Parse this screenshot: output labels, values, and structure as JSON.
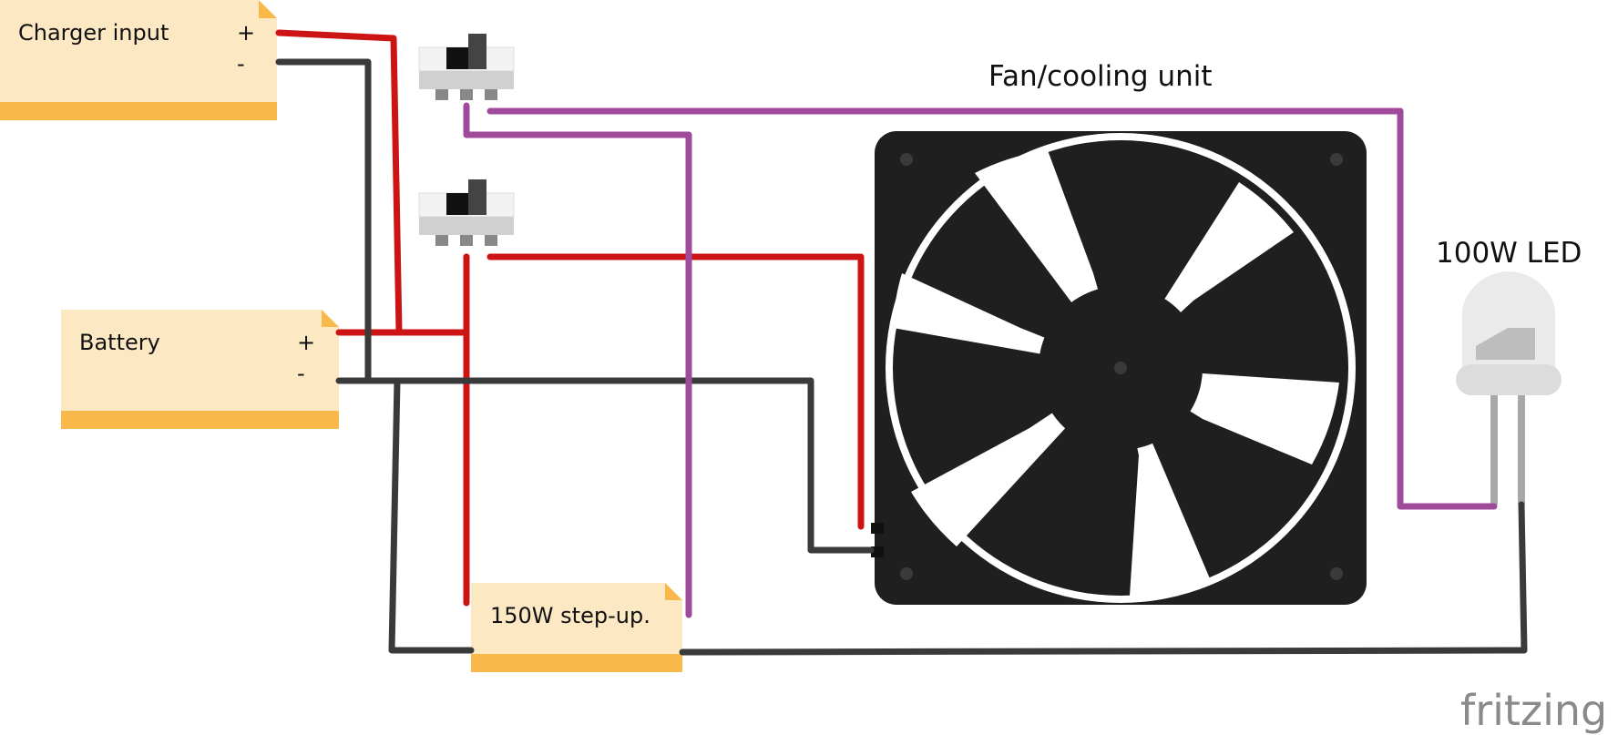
{
  "notes": {
    "charger": {
      "title": "Charger input",
      "plus": "+",
      "minus": "-"
    },
    "battery": {
      "title": "Battery",
      "plus": "+",
      "minus": "-"
    },
    "stepup": {
      "title": "150W step-up."
    }
  },
  "labels": {
    "fan": "Fan/cooling unit",
    "led": "100W LED"
  },
  "brand": "fritzing",
  "colors": {
    "wire_red": "#cc1414",
    "wire_black": "#3a3a3a",
    "wire_purple": "#a04a9c",
    "note_fill": "#fde8c4",
    "note_bar": "#f9b84a",
    "fan_body": "#1f1f1f"
  }
}
